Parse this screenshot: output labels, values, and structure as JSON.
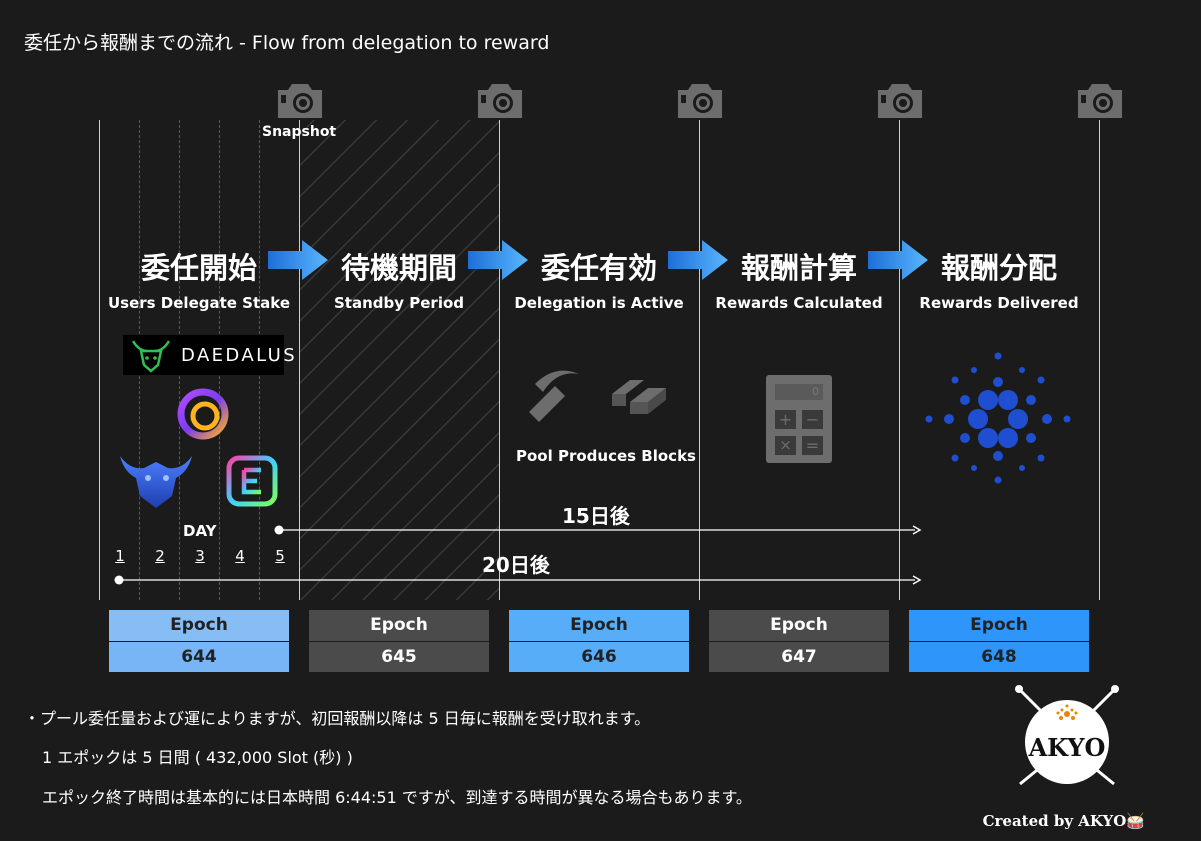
{
  "title": "委任から報酬までの流れ - Flow from delegation to reward",
  "snapshot_label": "Snapshot",
  "stages": [
    {
      "jp": "委任開始",
      "en": "Users Delegate Stake"
    },
    {
      "jp": "待機期間",
      "en": "Standby Period"
    },
    {
      "jp": "委任有効",
      "en": "Delegation is Active"
    },
    {
      "jp": "報酬計算",
      "en": "Rewards Calculated"
    },
    {
      "jp": "報酬分配",
      "en": "Rewards Delivered"
    }
  ],
  "wallet_logo_text": "DAEDALUS",
  "pool_blocks_label": "Pool Produces Blocks",
  "calculator_display": "0",
  "day_label": "DAY",
  "days": [
    "1",
    "2",
    "3",
    "4",
    "5"
  ],
  "span_15": "15日後",
  "span_20": "20日後",
  "epochs": [
    {
      "label": "Epoch",
      "number": "644",
      "color_top": "#86bdf5",
      "color_bottom": "#77b5f6"
    },
    {
      "label": "Epoch",
      "number": "645",
      "color_top": "#4b4b4b",
      "color_bottom": "#4b4b4b"
    },
    {
      "label": "Epoch",
      "number": "646",
      "color_top": "#58adf8",
      "color_bottom": "#58adf8"
    },
    {
      "label": "Epoch",
      "number": "647",
      "color_top": "#4b4b4b",
      "color_bottom": "#4b4b4b"
    },
    {
      "label": "Epoch",
      "number": "648",
      "color_top": "#2e96fa",
      "color_bottom": "#2e96fa"
    }
  ],
  "notes": [
    "・プール委任量および運によりますが、初回報酬以降は 5 日毎に報酬を受け取れます。",
    "1 エポックは 5 日間 ( 432,000 Slot (秒) )",
    "エポック終了時間は基本的には日本時間 6:44:51 ですが、到達する時間が異なる場合もあります。"
  ],
  "brand_logo_text": "AKYO",
  "credit": "Created by AKYO🥁",
  "colors": {
    "background": "#1b1b1b",
    "arrow": "#2f8df0",
    "cardano_blue": "#1f4fd0",
    "icon_gray": "#6d6d6d"
  }
}
